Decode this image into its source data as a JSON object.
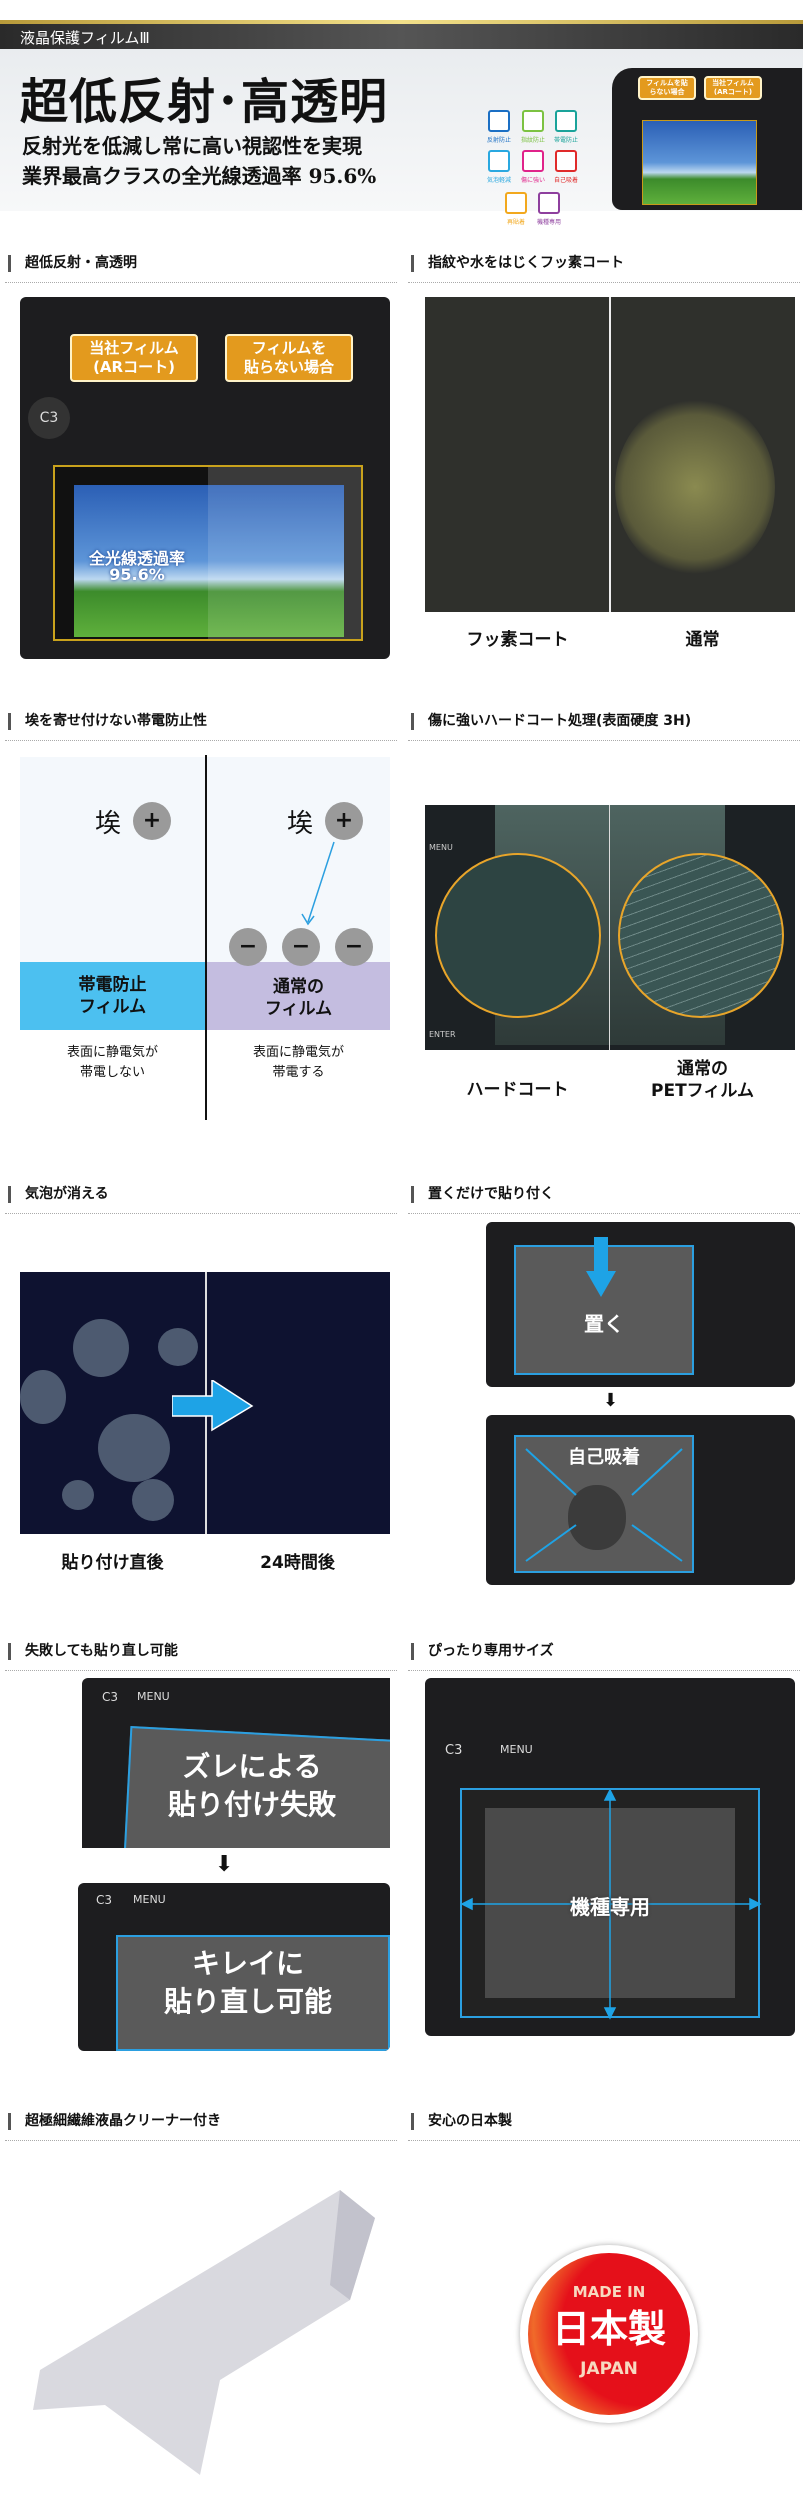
{
  "header": {
    "product_line": "液晶保護フィルムⅢ",
    "title": "超低反射･高透明",
    "subtitle_1": "反射光を低減し常に高い視認性を実現",
    "subtitle_2": "業界最高クラスの全光線透過率 95.6%",
    "feature_icons": [
      {
        "label": "反射防止",
        "color": "#1b6fc4"
      },
      {
        "label": "指紋防止",
        "color": "#7cc242"
      },
      {
        "label": "帯電防止",
        "color": "#1aa39a"
      },
      {
        "label": "気泡軽減",
        "color": "#29a8e0"
      },
      {
        "label": "傷に強い",
        "color": "#e0238a"
      },
      {
        "label": "自己吸着",
        "color": "#e02a2a"
      },
      {
        "label": "再貼着",
        "color": "#f2a81d"
      },
      {
        "label": "機種専用",
        "color": "#8e3f9e"
      }
    ],
    "camera_callouts": [
      "フィルムを貼らない場合",
      "当社フィルム(ARコート)"
    ]
  },
  "sections": [
    {
      "heading": "超低反射・高透明",
      "callout_left": "当社フィルム\n(ARコート)",
      "callout_right": "フィルムを\n貼らない場合",
      "overlay_1": "全光線透過率",
      "overlay_2": "95.6%",
      "button": "C3"
    },
    {
      "heading": "指紋や水をはじくフッ素コート",
      "caption_left": "フッ素コート",
      "caption_right": "通常"
    },
    {
      "heading": "埃を寄せ付けない帯電防止性",
      "dust": "埃",
      "plus": "+",
      "minus": "−",
      "band_left": "帯電防止\nフィルム",
      "band_right": "通常の\nフィルム",
      "desc_left": "表面に静電気が\n帯電しない",
      "desc_right": "表面に静電気が\n帯電する"
    },
    {
      "heading": "傷に強いハードコート処理(表面硬度 3H)",
      "caption_left": "ハードコート",
      "caption_right": "通常の\nPETフィルム",
      "button_menu": "MENU",
      "button_enter": "ENTER"
    },
    {
      "heading": "気泡が消える",
      "caption_left": "貼り付け直後",
      "caption_right": "24時間後"
    },
    {
      "heading": "置くだけで貼り付く",
      "label_top": "置く",
      "label_bottom": "自己吸着"
    },
    {
      "heading": "失敗しても貼り直し可能",
      "label_top": "ズレによる\n貼り付け失敗",
      "label_bottom": "キレイに\n貼り直し可能",
      "button_c3": "C3",
      "button_menu": "MENU"
    },
    {
      "heading": "ぴったり専用サイズ",
      "label": "機種専用",
      "button_c3": "C3",
      "button_menu": "MENU"
    },
    {
      "heading": "超極細繊維液晶クリーナー付き"
    },
    {
      "heading": "安心の日本製",
      "badge_top": "MADE IN",
      "badge_main": "日本製",
      "badge_bottom": "JAPAN",
      "badge_color": "#e5101a"
    }
  ],
  "colors": {
    "accent_orange": "#e39a1e",
    "accent_blue": "#2b9fe0",
    "antistatic_blue": "#4cc0f0",
    "normal_film_purple": "#c4bde0"
  }
}
